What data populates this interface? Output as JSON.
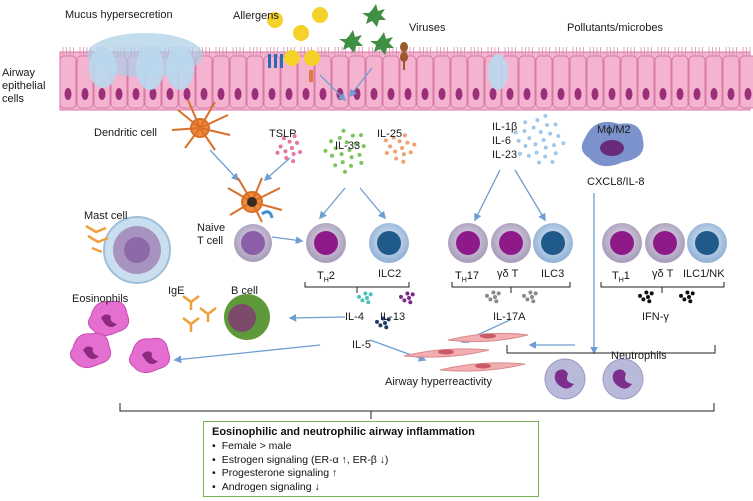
{
  "labels": {
    "mucus_hypersecretion": "Mucus hypersecretion",
    "allergens": "Allergens",
    "viruses": "Viruses",
    "pollutants_microbes": "Pollutants/microbes",
    "airway_epithelial_1": "Airway",
    "airway_epithelial_2": "epithelial",
    "airway_epithelial_3": "cells",
    "dendritic_cell": "Dendritic cell",
    "tslp": "TSLP",
    "il33": "IL-33",
    "il25": "IL-25",
    "il1b": "IL-1β",
    "il6": "IL-6",
    "il23": "IL-23",
    "macrophage": "Mϕ/M2",
    "cxcl8": "CXCL8/IL-8",
    "mast_cell": "Mast cell",
    "naive_t_1": "Naive",
    "naive_t_2": "T cell",
    "th2_base": "T",
    "th2_sub": "H",
    "th2_tail": "2",
    "ilc2": "ILC2",
    "th17_base": "T",
    "th17_sub": "H",
    "th17_tail": "17",
    "gd_t_1": "γδ T",
    "ilc3": "ILC3",
    "th1_base": "T",
    "th1_sub": "H",
    "th1_tail": "1",
    "gd_t_2": "γδ T",
    "ilc1_nk": "ILC1/NK",
    "ige": "IgE",
    "b_cell": "B cell",
    "eosinophils": "Eosinophils",
    "il4": "IL-4",
    "il13": "IL-13",
    "il5": "IL-5",
    "il17a": "IL-17A",
    "ifng": "IFN-γ",
    "airway_hyperreactivity": "Airway hyperreactivity",
    "neutrophils": "Neutrophils"
  },
  "summary": {
    "title": "Eosinophilic and neutrophilic airway inflammation",
    "items": [
      "Female > male",
      "Estrogen signaling (ER-α ↑, ER-β ↓)",
      "Progesterone signaling ↑",
      "Androgen signaling ↓"
    ]
  },
  "colors": {
    "epithelium": "#f4b3cf",
    "epithelium_border": "#d77aa5",
    "nucleus": "#9b2f7a",
    "mucus": "#a9cfe6",
    "arrow": "#6f9fd2",
    "th_purple": "#8e1a8a",
    "ilc_blue": "#1f5a8a",
    "eosinophil": "#e56fd0",
    "neutrophil": "#7e2f8e",
    "box_border": "#77b255"
  }
}
